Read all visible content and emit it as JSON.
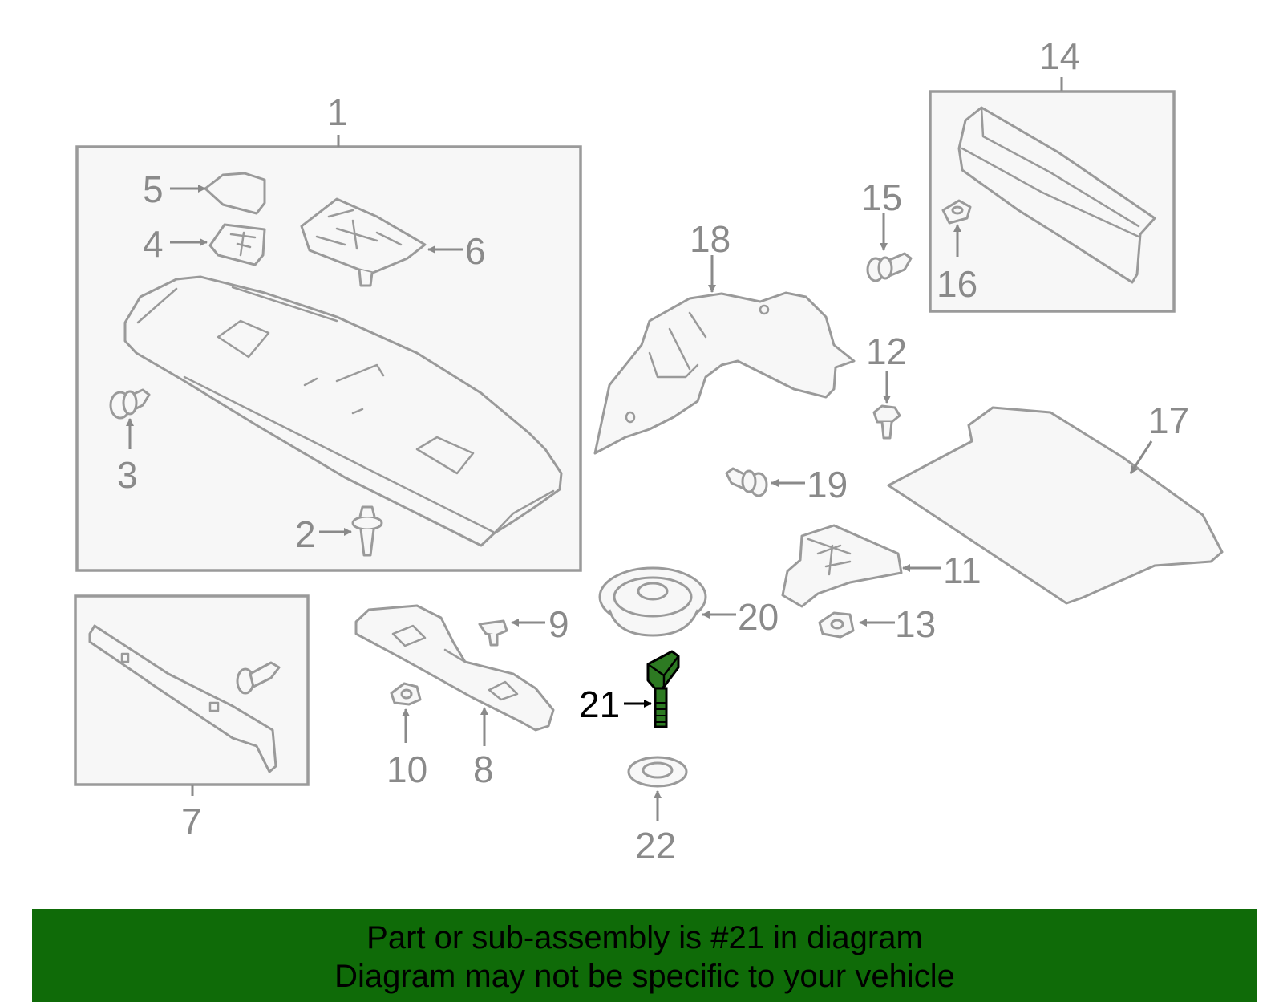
{
  "callouts": {
    "n1": "1",
    "n2": "2",
    "n3": "3",
    "n4": "4",
    "n5": "5",
    "n6": "6",
    "n7": "7",
    "n8": "8",
    "n9": "9",
    "n10": "10",
    "n11": "11",
    "n12": "12",
    "n13": "13",
    "n14": "14",
    "n15": "15",
    "n16": "16",
    "n17": "17",
    "n18": "18",
    "n19": "19",
    "n20": "20",
    "n21": "21",
    "n22": "22"
  },
  "highlight_part": "21",
  "colors": {
    "highlight": "#2d7a22",
    "banner": "#0f6b08",
    "line": "#9a9a9a",
    "fill": "#f7f7f7"
  },
  "banner": {
    "line1": "Part or sub-assembly is #21 in diagram",
    "line2": "Diagram may not be specific to your vehicle"
  }
}
